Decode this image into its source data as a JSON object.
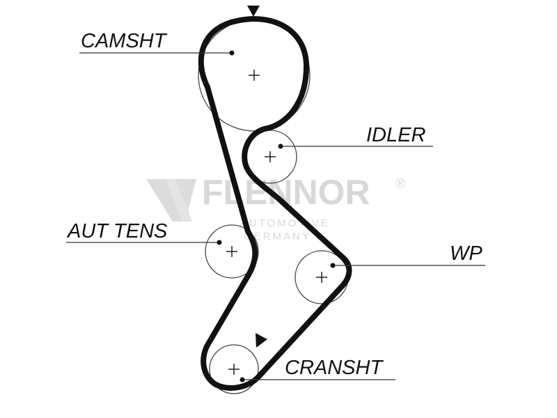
{
  "watermark": {
    "brand": "FLENNOR",
    "registered": "®",
    "line1": "AUTOMOTIVE",
    "line2": "GERMANY"
  },
  "labels": {
    "camshaft": "CAMSHT",
    "idler": "IDLER",
    "auto_tensioner": "AUT TENS",
    "water_pump": "WP",
    "crankshaft": "CRANSHT"
  },
  "colors": {
    "belt": "#111111",
    "pulley_outline": "#444444",
    "watermark": "#d8d8d8"
  }
}
